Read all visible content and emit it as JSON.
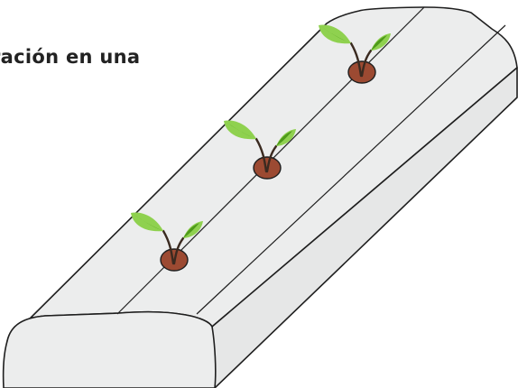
{
  "caption": {
    "text": "ración en una"
  },
  "colors": {
    "mulch_fill": "#eceded",
    "outline": "#1f1f1f",
    "leaf_light": "#8fd14f",
    "leaf_dark": "#4e9a1a",
    "stem": "#3a2a20",
    "hole_fill": "#9c4a32"
  },
  "plants": [
    {
      "name": "seedling-1"
    },
    {
      "name": "seedling-2"
    },
    {
      "name": "seedling-3"
    }
  ]
}
